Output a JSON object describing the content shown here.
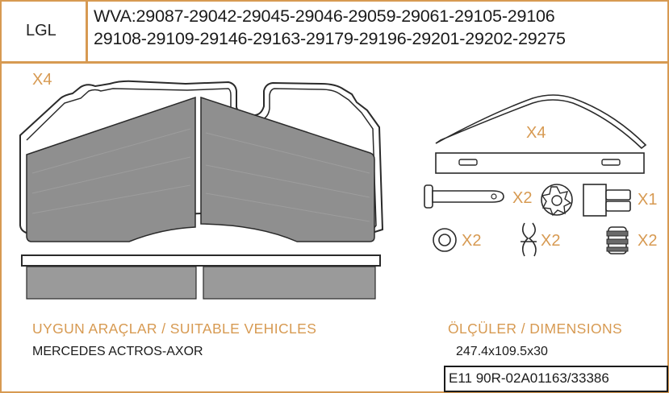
{
  "header": {
    "brand": "LGL",
    "wva_line1": "WVA:29087-29042-29045-29046-29059-29061-29105-29106",
    "wva_line2": "29108-29109-29146-29163-29179-29196-29201-29202-29275"
  },
  "quantities": {
    "pads": "X4",
    "spring": "X4",
    "pin": "X2",
    "wear_sensor": "X1",
    "washer": "X2",
    "clip": "X2",
    "bolt": "X2"
  },
  "vehicles": {
    "title": "UYGUN ARAÇLAR / SUITABLE VEHICLES",
    "value": "MERCEDES ACTROS-AXOR"
  },
  "dimensions": {
    "title": "ÖLÇÜLER / DIMENSIONS",
    "value": "247.4x109.5x30"
  },
  "certification": "E11 90R-02A01163/33386",
  "colors": {
    "accent": "#d79a52",
    "pad_fill": "#8f8f8f",
    "backing_fill": "#9a9a9a",
    "outline": "#2a2a2a"
  }
}
